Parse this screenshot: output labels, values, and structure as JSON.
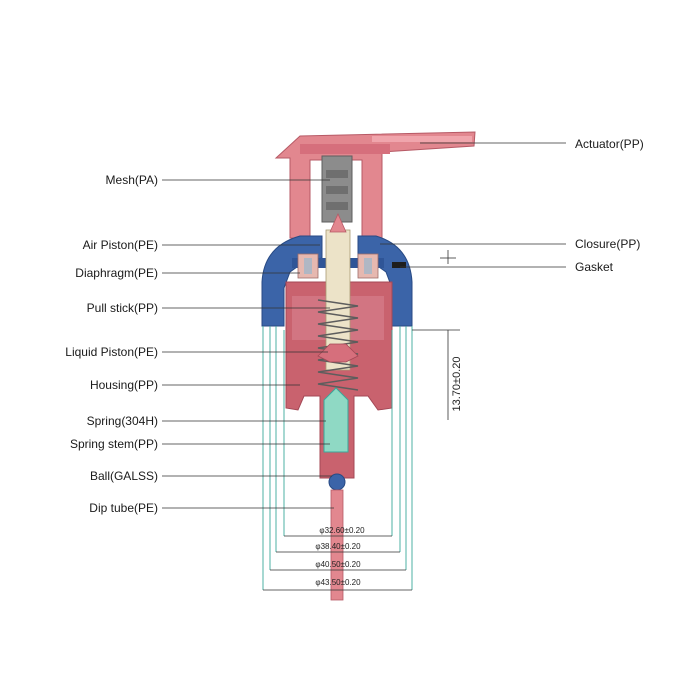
{
  "labels_left": {
    "mesh": "Mesh(PA)",
    "air_piston": "Air Piston(PE)",
    "diaphragm": "Diaphragm(PE)",
    "pull_stick": "Pull stick(PP)",
    "liquid_piston": "Liquid Piston(PE)",
    "housing": "Housing(PP)",
    "spring": "Spring(304H)",
    "spring_stem": "Spring stem(PP)",
    "ball": "Ball(GALSS)",
    "dip_tube": "Dip tube(PE)"
  },
  "labels_right": {
    "actuator": "Actuator(PP)",
    "closure": "Closure(PP)",
    "gasket": "Gasket"
  },
  "dimensions": {
    "height": "13.70±0.20",
    "d1": "φ32.60±0.20",
    "d2": "φ38.40±0.20",
    "d3": "φ40.50±0.20",
    "d4": "φ43.50±0.20"
  },
  "colors": {
    "pink": "#e2878f",
    "pink_dark": "#c9626e",
    "blue": "#3b64a8",
    "teal": "#3aa89a",
    "mint": "#8fd9c4",
    "grey": "#8c8c8c",
    "beige": "#ece3c8"
  }
}
